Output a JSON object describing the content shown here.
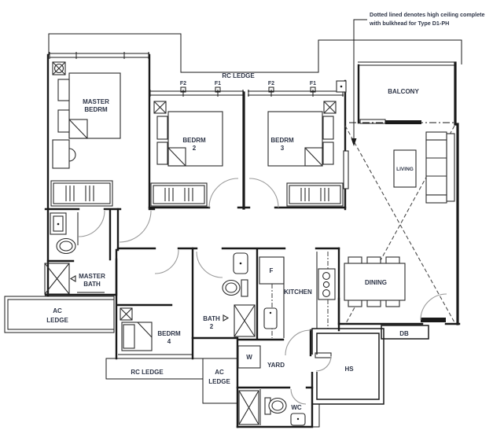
{
  "annotation": {
    "line1": "Dotted lined denotes high ceiling complete",
    "line2": "with bulkhead for Type D1-PH"
  },
  "ledges": {
    "rc_top": "RC LEDGE",
    "rc_bottom": "RC LEDGE",
    "ac_left_1": "AC",
    "ac_left_2": "LEDGE",
    "ac_mid_1": "AC",
    "ac_mid_2": "LEDGE"
  },
  "window_tags": {
    "f2_a": "F2",
    "f1_a": "F1",
    "f2_b": "F2",
    "f1_b": "F1"
  },
  "rooms": {
    "master_bedroom": {
      "line1": "MASTER",
      "line2": "BEDRM"
    },
    "bedroom2": {
      "line1": "BEDRM",
      "line2": "2"
    },
    "bedroom3": {
      "line1": "BEDRM",
      "line2": "3"
    },
    "bedroom4": {
      "line1": "BEDRM",
      "line2": "4"
    },
    "master_bath": {
      "line1": "MASTER",
      "line2": "BATH"
    },
    "bath2": {
      "line1": "BATH",
      "line2": "2"
    },
    "balcony": {
      "label": "BALCONY"
    },
    "living": {
      "label": "LIVING"
    },
    "dining": {
      "label": "DINING"
    },
    "kitchen": {
      "label": "KITCHEN"
    },
    "yard": {
      "label": "YARD"
    },
    "wc": {
      "label": "WC"
    },
    "hs": {
      "label": "HS"
    }
  },
  "appliances": {
    "fridge": "F",
    "washer": "W",
    "db": "DB"
  },
  "colors": {
    "wall": "#1a1a1a",
    "furniture": "#2b2b2b",
    "door_arc": "#9a9a9a",
    "dashed_line": "#4a4a4a",
    "text": "#2e3547",
    "background": "#ffffff"
  }
}
